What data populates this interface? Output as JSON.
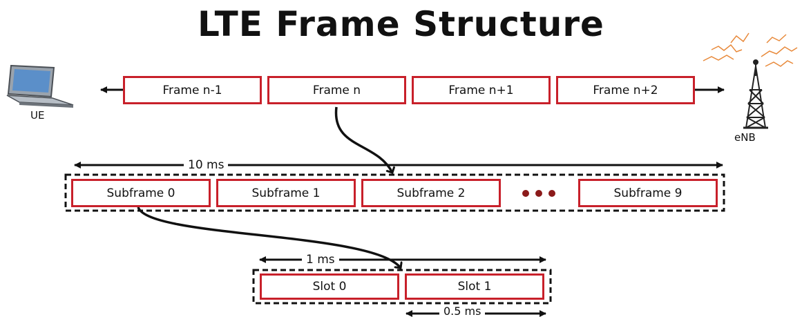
{
  "title": "LTE Frame Structure",
  "devices": {
    "ue": "UE",
    "enb": "eNB"
  },
  "frames": [
    "Frame n-1",
    "Frame n",
    "Frame n+1",
    "Frame n+2"
  ],
  "subframes": [
    "Subframe 0",
    "Subframe 1",
    "Subframe 2",
    "Subframe 9"
  ],
  "slots": [
    "Slot 0",
    "Slot 1"
  ],
  "durations": {
    "frame": "10 ms",
    "subframe": "1 ms",
    "slot": "0.5 ms"
  },
  "colors": {
    "box_border": "#c8202a",
    "dots": "#8b1a1a",
    "text": "#111111"
  }
}
